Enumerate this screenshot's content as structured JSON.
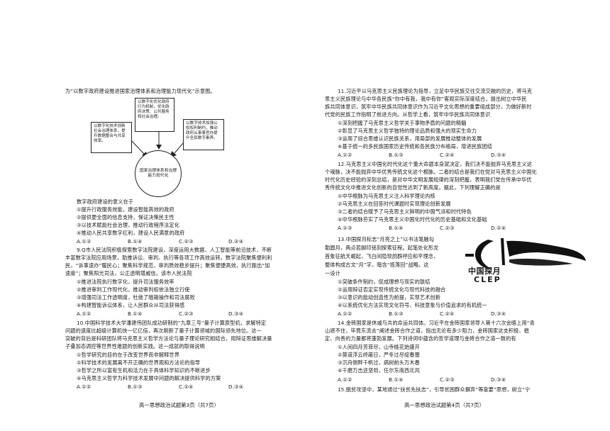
{
  "left_page": {
    "intro": "为“以数字政府建设推进国家治理体系和治理能力现代化”示意图。",
    "diagram": {
      "top_box": "以数字化优化政府行为机制，优化政府决策、公共服务和社会治理。",
      "left_box": "以数字化技术创新社会治理体系，提升数据整合与共享效率。",
      "right_box": "以数字技术加强公权权利制约，推动政府从事事官办提升全民数字素养。",
      "center": "国家治理体系和治理能力现代化"
    },
    "q8": {
      "stem": "数字政府建设的意义在于",
      "options": [
        "①提升行政服务效能，建设智能高效的政府",
        "②提供更全面的信息支持，保证决策民主性",
        "③以技术赋能社会治理，推动行政程序法定化",
        "④推动人民共享数字红利，建设人民满意的政府"
      ],
      "choices": [
        "A.①③",
        "B.①④",
        "C.②③",
        "D.②④"
      ]
    },
    "q9": {
      "lines": [
        "9.Q市人民法院积极探索数字法院建设，深度运用大数据、人工智能等前沿技术，不断",
        "丰富数字法院应用场景，助推诉讼、审判、执行等各项工作高效运转。数字法院聚焦便利利",
        "民，“诉事速办”暖民心；聚焦科学规范，审判质效稳步提升；聚焦便捷高效，执行跑出“加",
        "速度”；聚焦阳光司法，公正透明堪威信。该市人民法院"
      ],
      "options": [
        "①推进法院执行数字化，提升司法服务效率",
        "②推进审判工作现代化，推动审判权依法独立行使",
        "③增强司法工作透明度，杜绝了暗箱操作和司法腐败",
        "④构建智能诉讼体系，让人民群众从司法获得感"
      ],
      "choices": [
        "A.①②",
        "B.①④",
        "C.②③",
        "D.③④"
      ]
    },
    "q10": {
      "lines": [
        "10.中国科学技术大学潘建伟团队成功研制的“九章三号”量子计算原型机，求解特定",
        "问题的速度比超级计算机快一亿亿倍，再次刷新了量子计算领域的国际领先地位。这一",
        "突破的背后是科研团队将马克思主义哲学方法论与量子理论研究相结合，用辩证思维解决量",
        "子叠加态调控等世界性难题的创新实践。这一成就的取得说明"
      ],
      "options": [
        "①哲学研究的目的在于改变世界而非解释世界",
        "②科学技术的发展离不开正确的世界观和方法论的指导",
        "③哲学之所以富有生机和活力在于具体科学知识的不断进步",
        "④马克思主义哲学为科学技术发展中问题的解决提供科学的方案"
      ],
      "choices": [
        "A.①②",
        "B.①③",
        "C.②④",
        "D.③④"
      ]
    },
    "footer": "高一思想政治试题第3页（共7页）"
  },
  "right_page": {
    "q11": {
      "lines": [
        "11.习近平以马克思主义民族理论为指导，立足中华民族交往交流交融的历史，将马克",
        "思主义民族理论与中华各民族“你中有我，我中有你”客观实际深度结合，提出树立中华民",
        "族共同体意识，筑牢中华民族共同体意识作为习近平文化思想的重要组成部分，为做好新时",
        "代党的民族工作指明了前进方向。从哲学上看，筑牢中华民族共同体意识"
      ],
      "options": [
        "①深刻把握了马克思主义哲学关于事物矛盾的问题的精髓",
        "②彰显了马克思主义哲学独特的理论品质和强大的现实生命力",
        "③运用了综合思维认识民族关系，用局部的发展推动整体的发展",
        "④基于统一的多民族国家历史传统和各民族分布格局，增进民族团结"
      ],
      "choices": [
        "A.①②",
        "B.①③",
        "C.②④",
        "D.③④"
      ]
    },
    "q12": {
      "lines": [
        "12.马克思主义中国化时代化这个重大命题本身就决定，我们决不能抛弃马克思主义这",
        "个魂脉，决不能抛弃中华优秀传统文化这个根脉。二者的结合是我们在党对马克思主义中国化",
        "时代化历史经验的深刻总结，是对中华文明发展规律的深刻把握，表明我们党在传承中华优",
        "秀传统文化中推进文化创新的自觉性达到了新高度。据此，下列理解正确的是"
      ],
      "options": [
        "①中华根脉为马克思主义注入科学理论内核",
        "②马克思主义在回答时代课题时实现理论创新发展",
        "③二者的结合赋予了马克思主义鲜明的中国气派和时代特色",
        "④中华根脉夯实了马克思主义中国化时代化的历史基础和文化基础"
      ],
      "choices": [
        "A.①③",
        "B.①④",
        "C.②③",
        "D.②④"
      ]
    },
    "q13": {
      "lines": [
        "13.中国探月标志“月亮之上”以书法笔触勾",
        "勒圆月，两点若脚印铭刻探索征程。起笔处化形龙",
        "首象征航天崛起，飞白间隐现鸽群呼应和平理念，",
        "整体构成古文“月”字，暗含“揽落回”战略。这",
        "一设计"
      ],
      "logo_cn": "中国探月",
      "logo_en": "CLEP",
      "options": [
        "①突破条件制约，促成理想与现实的联结",
        "②运用辩证否定实现传统文化与现代科技的融合",
        "③以意识的能动创造性为前提，实现艺术创新",
        "④以系统优化方法实现文化符号、科技意象与价值追求的有机统一"
      ],
      "choices": [
        "A.①②",
        "B.①③",
        "C.②④",
        "D.③④"
      ]
    },
    "q14": {
      "lines": [
        "14.金砖国家是休戚与共的命运共同体。习近平在金砖国家领导人第十六次会晤上用“青",
        "山遮不住，毕竟东流去”阐述金砖合作之道，指出无论有多少阻力，金砖国家这支积极、稳",
        "定、向善的力量都将蓬勃发展。下列诗词中蕴含的哲学道理与金砖合作之道一致的有"
      ],
      "options": [
        "①人间四月芳菲尽，山寺桃花始盛开",
        "②莫道浮云终蔽日，严冬过尽绽春蕾",
        "③沉舟侧畔千帆过，病树前头万木春",
        "④千磨万击还坚劲，任尔东南西北风"
      ],
      "choices": [
        "A.①②",
        "B.①④",
        "C.②③",
        "D.③④"
      ]
    },
    "q15": {
      "lines": [
        "15.脱贫攻坚中，某地通过“扶贫先扶志”，引导贫困群众摒弃“等靠要”思想，树立“宁"
      ]
    },
    "footer": "高一思想政治试题第4页（共7页）"
  }
}
